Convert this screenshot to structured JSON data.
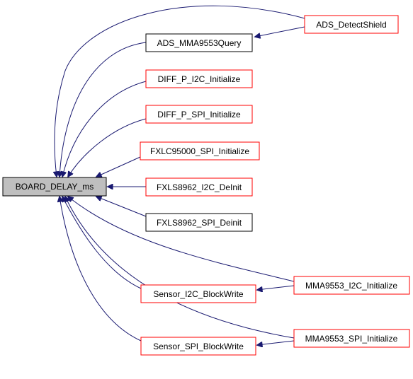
{
  "nodes": {
    "root": "BOARD_DELAY_ms",
    "ads_detect": "ADS_DetectShield",
    "ads_query": "ADS_MMA9553Query",
    "diff_i2c": "DIFF_P_I2C_Initialize",
    "diff_spi": "DIFF_P_SPI_Initialize",
    "fxlc_spi": "FXLC95000_SPI_Initialize",
    "fxls_i2c_deinit": "FXLS8962_I2C_DeInit",
    "fxls_spi_deinit": "FXLS8962_SPI_Deinit",
    "mma_i2c": "MMA9553_I2C_Initialize",
    "sensor_i2c": "Sensor_I2C_BlockWrite",
    "mma_spi": "MMA9553_SPI_Initialize",
    "sensor_spi": "Sensor_SPI_BlockWrite"
  },
  "colors": {
    "edge": "#191970",
    "border_red": "#ff0000",
    "border_black": "#000000",
    "root_fill": "#bfbfbf"
  }
}
